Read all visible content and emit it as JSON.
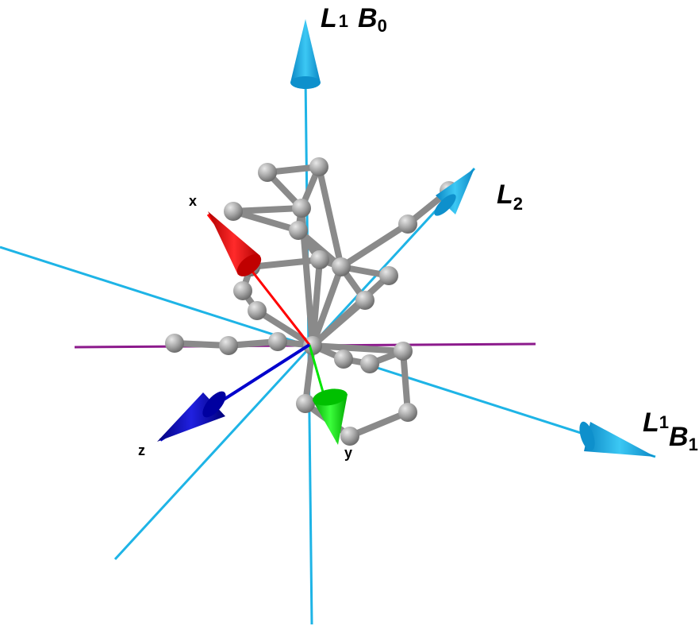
{
  "colors": {
    "axis_line": "#1eb4e6",
    "arrow_cyan": "#18a8e0",
    "mirror_line": "#8c1a8c",
    "bond": "#8a8a8a",
    "atom": "#a6a6a6",
    "x_axis": "#ff0000",
    "y_axis": "#00e600",
    "z_axis": "#0000cc"
  },
  "labels": {
    "l1b0": {
      "main": "L",
      "sub": "1",
      "main2": "B",
      "sub2": "0"
    },
    "l2": {
      "main": "L",
      "sub": "2"
    },
    "l1b1": {
      "main": "L",
      "sub": "1",
      "main2": "B",
      "sub2": "1"
    },
    "x_axis": "x",
    "y_axis": "y",
    "z_axis": "z"
  }
}
